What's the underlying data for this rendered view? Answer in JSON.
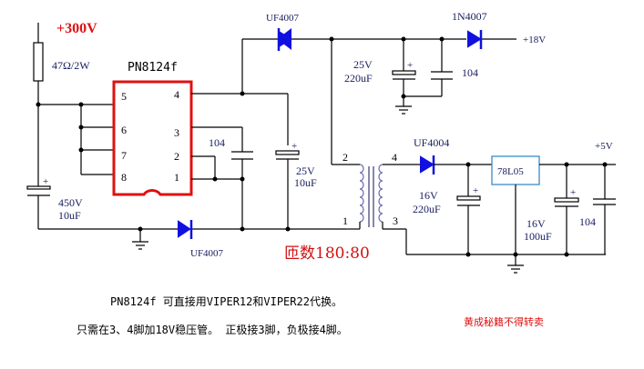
{
  "supply": {
    "label": "+300V",
    "resistor": "47Ω/2W"
  },
  "ic": {
    "name": "PN8124f",
    "pins_left": [
      "5",
      "6",
      "7",
      "8"
    ],
    "pins_right": [
      "4",
      "3",
      "2",
      "1"
    ]
  },
  "input_cap": {
    "voltage": "450V",
    "value": "10uF"
  },
  "diodes": {
    "d_top": "UF4007",
    "d_bottom": "UF4007",
    "d_18v": "1N4007",
    "d_sec": "UF4004"
  },
  "caps": {
    "c_ic": "104",
    "c_aux_v": "25V",
    "c_aux_val": "10uF",
    "c_top_v": "25V",
    "c_top_val": "220uF",
    "c_top_104": "104",
    "c_sec_v": "16V",
    "c_sec_val": "220uF",
    "c_out_v": "16V",
    "c_out_val": "100uF",
    "c_out_104": "104"
  },
  "outputs": {
    "v18": "+18V",
    "v5": "+5V"
  },
  "regulator": "78L05",
  "transformer": {
    "pins": [
      "2",
      "1",
      "4",
      "3"
    ],
    "turns_ratio": "匝数180:80"
  },
  "notes": [
    "PN8124f 可直接用VIPER12和VIPER22代换。",
    "只需在3、4脚加18V稳压管。 正极接3脚，负极接4脚。"
  ],
  "watermark": "黄成秘籍不得转卖"
}
